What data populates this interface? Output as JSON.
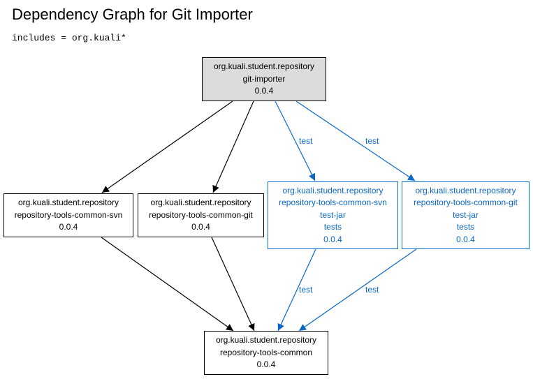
{
  "title": "Dependency Graph for Git Importer",
  "includes": "includes = org.kuali*",
  "colors": {
    "test_edge": "#0a67c6",
    "root_fill": "#dcdcdc"
  },
  "nodes": {
    "root": {
      "group": "org.kuali.student.repository",
      "artifact": "git-importer",
      "version": "0.0.4"
    },
    "svn": {
      "group": "org.kuali.student.repository",
      "artifact": "repository-tools-common-svn",
      "version": "0.0.4"
    },
    "git": {
      "group": "org.kuali.student.repository",
      "artifact": "repository-tools-common-git",
      "version": "0.0.4"
    },
    "svn_test": {
      "group": "org.kuali.student.repository",
      "artifact": "repository-tools-common-svn",
      "type": "test-jar",
      "classifier": "tests",
      "version": "0.0.4"
    },
    "git_test": {
      "group": "org.kuali.student.repository",
      "artifact": "repository-tools-common-git",
      "type": "test-jar",
      "classifier": "tests",
      "version": "0.0.4"
    },
    "common": {
      "group": "org.kuali.student.repository",
      "artifact": "repository-tools-common",
      "version": "0.0.4"
    }
  },
  "edges": [
    {
      "from": "root",
      "to": "svn",
      "label": ""
    },
    {
      "from": "root",
      "to": "git",
      "label": ""
    },
    {
      "from": "root",
      "to": "svn_test",
      "label": "test"
    },
    {
      "from": "root",
      "to": "git_test",
      "label": "test"
    },
    {
      "from": "svn",
      "to": "common",
      "label": ""
    },
    {
      "from": "git",
      "to": "common",
      "label": ""
    },
    {
      "from": "svn_test",
      "to": "common",
      "label": "test"
    },
    {
      "from": "git_test",
      "to": "common",
      "label": "test"
    }
  ]
}
